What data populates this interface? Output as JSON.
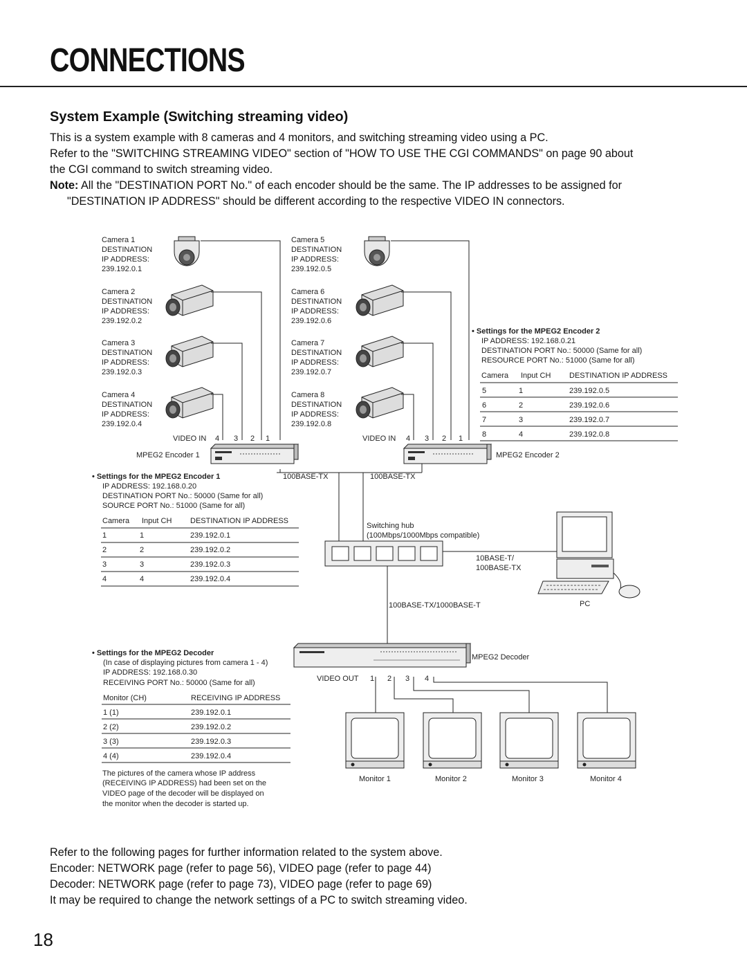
{
  "title": "CONNECTIONS",
  "section_heading": "System Example (Switching streaming video)",
  "intro": [
    "This is a system example with 8 cameras and 4 monitors, and switching streaming video using a PC.",
    "Refer to the \"SWITCHING STREAMING VIDEO\" section of \"HOW TO USE THE CGI COMMANDS\" on page 90 about",
    "the CGI command to switch streaming video."
  ],
  "note": {
    "label": "Note:",
    "line1": " All the \"DESTINATION PORT No.\" of each encoder should be the same. The IP addresses to be assigned for",
    "line2": "\"DESTINATION IP ADDRESS\" should be different according to the respective VIDEO IN connectors."
  },
  "cameras_left": [
    {
      "name": "Camera 1",
      "l1": "DESTINATION",
      "l2": "IP ADDRESS:",
      "ip": "239.192.0.1",
      "type": "dome-camera"
    },
    {
      "name": "Camera 2",
      "l1": "DESTINATION",
      "l2": "IP ADDRESS:",
      "ip": "239.192.0.2",
      "type": "box-camera"
    },
    {
      "name": "Camera 3",
      "l1": "DESTINATION",
      "l2": "IP ADDRESS:",
      "ip": "239.192.0.3",
      "type": "box-camera"
    },
    {
      "name": "Camera 4",
      "l1": "DESTINATION",
      "l2": "IP ADDRESS:",
      "ip": "239.192.0.4",
      "type": "box-camera"
    }
  ],
  "cameras_right": [
    {
      "name": "Camera 5",
      "l1": "DESTINATION",
      "l2": "IP ADDRESS:",
      "ip": "239.192.0.5",
      "type": "dome-camera"
    },
    {
      "name": "Camera 6",
      "l1": "DESTINATION",
      "l2": "IP ADDRESS:",
      "ip": "239.192.0.6",
      "type": "box-camera"
    },
    {
      "name": "Camera 7",
      "l1": "DESTINATION",
      "l2": "IP ADDRESS:",
      "ip": "239.192.0.7",
      "type": "box-camera"
    },
    {
      "name": "Camera 8",
      "l1": "DESTINATION",
      "l2": "IP ADDRESS:",
      "ip": "239.192.0.8",
      "type": "box-camera"
    }
  ],
  "video_in": {
    "label": "VIDEO IN",
    "ports": [
      "4",
      "3",
      "2",
      "1"
    ]
  },
  "encoder1": {
    "name": "MPEG2 Encoder 1",
    "heading": "Settings for the MPEG2 Encoder 1",
    "lines": [
      "IP ADDRESS: 192.168.0.20",
      "DESTINATION PORT No.: 50000 (Same for all)",
      "SOURCE PORT No.: 51000 (Same for all)"
    ],
    "headers": [
      "Camera",
      "Input CH",
      "DESTINATION IP ADDRESS"
    ],
    "rows": [
      [
        "1",
        "1",
        "239.192.0.1"
      ],
      [
        "2",
        "2",
        "239.192.0.2"
      ],
      [
        "3",
        "3",
        "239.192.0.3"
      ],
      [
        "4",
        "4",
        "239.192.0.4"
      ]
    ],
    "port": "100BASE-TX"
  },
  "encoder2": {
    "name": "MPEG2 Encoder 2",
    "heading": "Settings for the MPEG2 Encoder 2",
    "lines": [
      "IP ADDRESS: 192.168.0.21",
      "DESTINATION PORT No.: 50000 (Same for all)",
      "RESOURCE PORT No.: 51000 (Same for all)"
    ],
    "headers": [
      "Camera",
      "Input CH",
      "DESTINATION IP ADDRESS"
    ],
    "rows": [
      [
        "5",
        "1",
        "239.192.0.5"
      ],
      [
        "6",
        "2",
        "239.192.0.6"
      ],
      [
        "7",
        "3",
        "239.192.0.7"
      ],
      [
        "8",
        "4",
        "239.192.0.8"
      ]
    ],
    "port": "100BASE-TX"
  },
  "hub": {
    "line1": "Switching hub",
    "line2": "(100Mbps/1000Mbps compatible)",
    "pc_port1": "10BASE-T/",
    "pc_port2": "100BASE-TX",
    "decoder_port": "100BASE-TX/1000BASE-T"
  },
  "pc": {
    "label": "PC"
  },
  "decoder": {
    "name": "MPEG2 Decoder",
    "heading": "Settings for the MPEG2 Decoder",
    "lines": [
      "(In case of displaying pictures from camera 1 - 4)",
      "IP ADDRESS: 192.168.0.30",
      "RECEIVING PORT No.: 50000 (Same for all)"
    ],
    "headers": [
      "Monitor (CH)",
      "RECEIVING IP ADDRESS"
    ],
    "rows": [
      [
        "1 (1)",
        "239.192.0.1"
      ],
      [
        "2 (2)",
        "239.192.0.2"
      ],
      [
        "3 (3)",
        "239.192.0.3"
      ],
      [
        "4 (4)",
        "239.192.0.4"
      ]
    ],
    "footnote": [
      "The pictures of the camera whose IP address",
      "(RECEIVING IP ADDRESS) had been set on the",
      "VIDEO page of the decoder will be displayed on",
      "the monitor when the decoder is started up."
    ],
    "video_out": {
      "label": "VIDEO OUT",
      "ports": [
        "1",
        "2",
        "3",
        "4"
      ]
    }
  },
  "monitors": [
    "Monitor 1",
    "Monitor 2",
    "Monitor 3",
    "Monitor 4"
  ],
  "outro": [
    "Refer to the following pages for further information related to the system above.",
    "Encoder: NETWORK page (refer to page 56), VIDEO page (refer to page 44)",
    "Decoder: NETWORK page (refer to page 73), VIDEO page (refer to page 69)",
    "It may be required to change the network settings of a PC to switch streaming video."
  ],
  "page_number": "18"
}
